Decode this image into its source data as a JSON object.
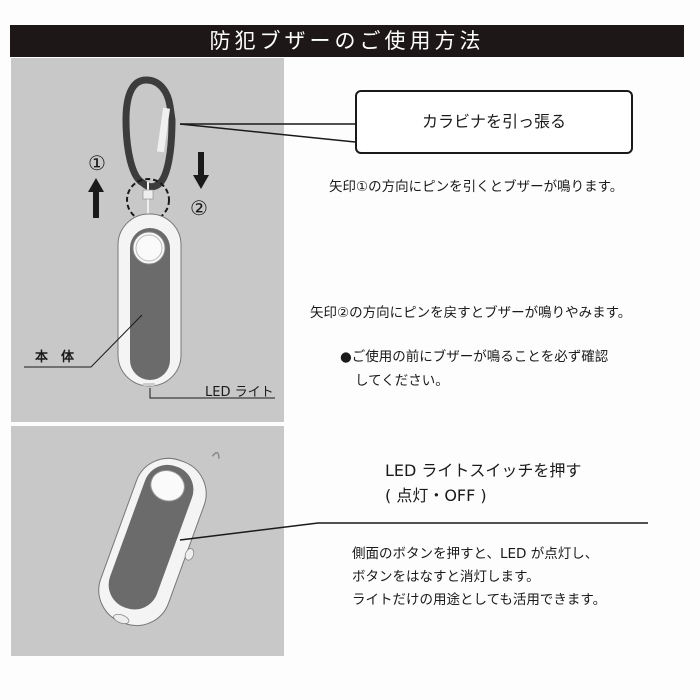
{
  "header": {
    "title": "防犯ブザーのご使用方法"
  },
  "section_pull": {
    "callout_label": "カラビナを引っ張る",
    "arrow_1_label": "①",
    "arrow_2_label": "②",
    "instruction_pull": "矢印①の方向にピンを引くとブザーが鳴ります。",
    "instruction_return": "矢印②の方向にピンを戻すとブザーが鳴りやみます。",
    "note_line1": "●ご使用の前にブザーが鳴ることを必ず確認",
    "note_line2": "してください。",
    "part_labels": {
      "body": "本　体",
      "led": "LED ライト"
    }
  },
  "section_light": {
    "heading_line1": "LED ライトスイッチを押す",
    "heading_line2": "( 点灯・OFF )",
    "body_lines": [
      "側面のボタンを押すと、LED が点灯し、",
      "ボタンをはなすと消灯します。",
      "ライトだけの用途としても活用できます。"
    ]
  },
  "colors": {
    "header_bg": "#1e1717",
    "panel_bg": "#c8c8c8",
    "device_dark": "#6b6b6b",
    "device_shell": "#f4f4f4",
    "carabiner": "#3c3c3c"
  }
}
